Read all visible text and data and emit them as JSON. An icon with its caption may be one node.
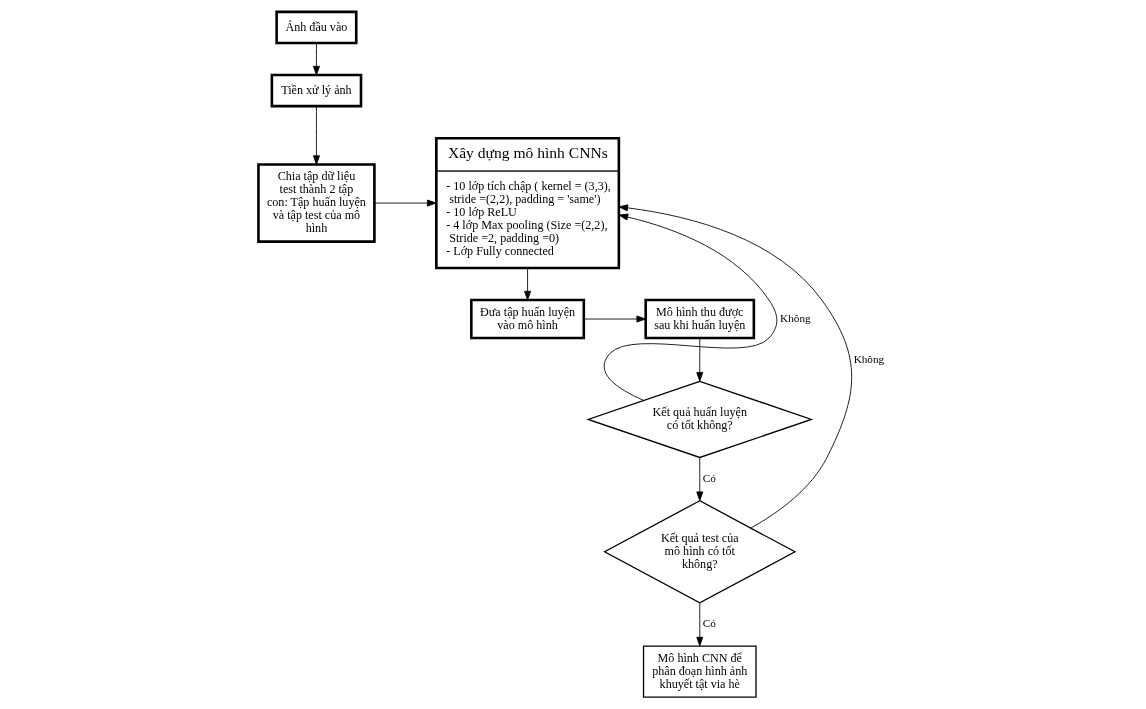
{
  "diagram": {
    "nodes": [
      {
        "text": [
          "Ảnh đầu vào"
        ]
      },
      {
        "text": [
          "Tiền xử lý ảnh"
        ]
      },
      {
        "text": [
          "Chia tập dữ liệu test thành 2 tập con: Tập huấn luyện và tập test của mô hình"
        ]
      },
      {
        "text": [
          "Xây dựng mô hình CNNs",
          "- 10 lớp tích chập ( kernel = (3,3), stride =(2,2), padding = 'same')",
          "- 10 lớp ReLU",
          "- 4 lớp Max pooling (Size =(2,2), Stride =2, padding =0)",
          "- Lớp Fully connected"
        ]
      },
      {
        "text": [
          "Đưa tập huấn luyện vào mô hình"
        ]
      },
      {
        "text": [
          "Mô hình thu được sau khi huấn luyện"
        ]
      },
      {
        "text": [
          "Kết quả huấn luyện có tốt không?"
        ]
      },
      {
        "text": [
          "Kết quả test của mô hình có tốt không?"
        ]
      },
      {
        "text": [
          "Mô hình CNN để phân đoạn hình ảnh khuyết tật via hè"
        ]
      }
    ],
    "edges": [
      {
        "from": 0,
        "to": 1,
        "arrow": "to"
      },
      {
        "from": 1,
        "to": 2,
        "arrow": "to"
      },
      {
        "from": 2,
        "to": 3,
        "arrow": "to"
      },
      {
        "from": 3,
        "to": 4,
        "arrow": "to"
      },
      {
        "from": 4,
        "to": 5,
        "arrow": "to"
      },
      {
        "from": 5,
        "to": 6,
        "arrow": "to"
      },
      {
        "from": 6,
        "to": 7,
        "arrow": "to",
        "label": "Có"
      },
      {
        "from": 7,
        "to": 8,
        "arrow": "to",
        "label": "Có"
      },
      {
        "from": 6,
        "to": 3,
        "arrow": "to",
        "label": "Không"
      },
      {
        "from": 7,
        "to": 3,
        "arrow": "to",
        "label": "Không"
      }
    ]
  }
}
